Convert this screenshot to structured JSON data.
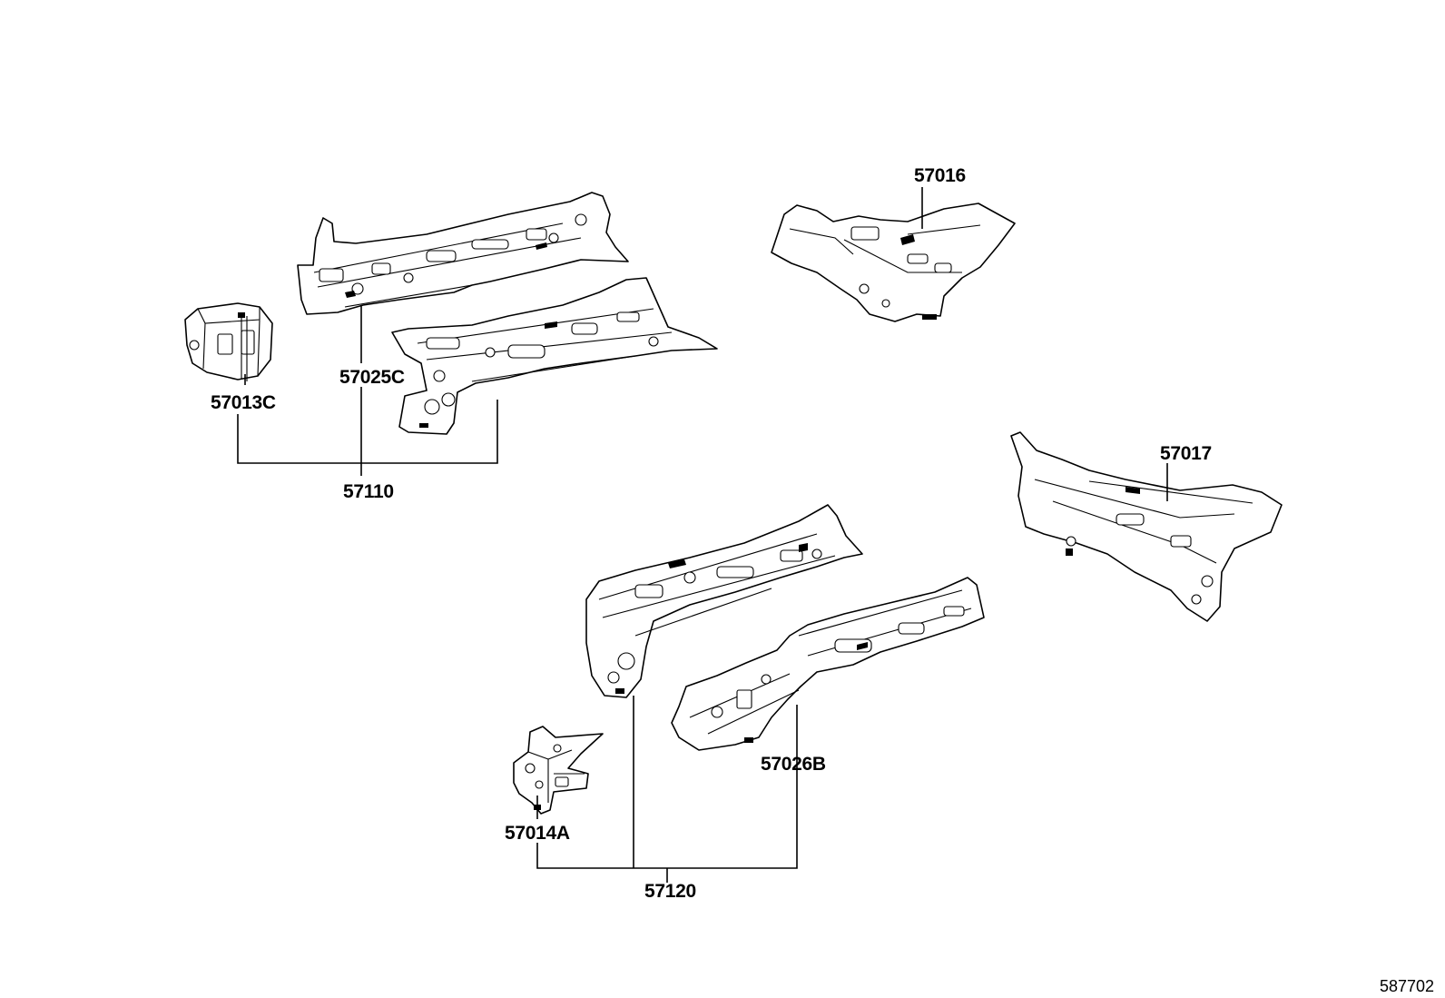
{
  "figure_id": "587702",
  "labels": {
    "p57016": "57016",
    "p57017": "57017",
    "p57025C": "57025C",
    "p57013C": "57013C",
    "p57110": "57110",
    "p57026B": "57026B",
    "p57014A": "57014A",
    "p57120": "57120"
  }
}
